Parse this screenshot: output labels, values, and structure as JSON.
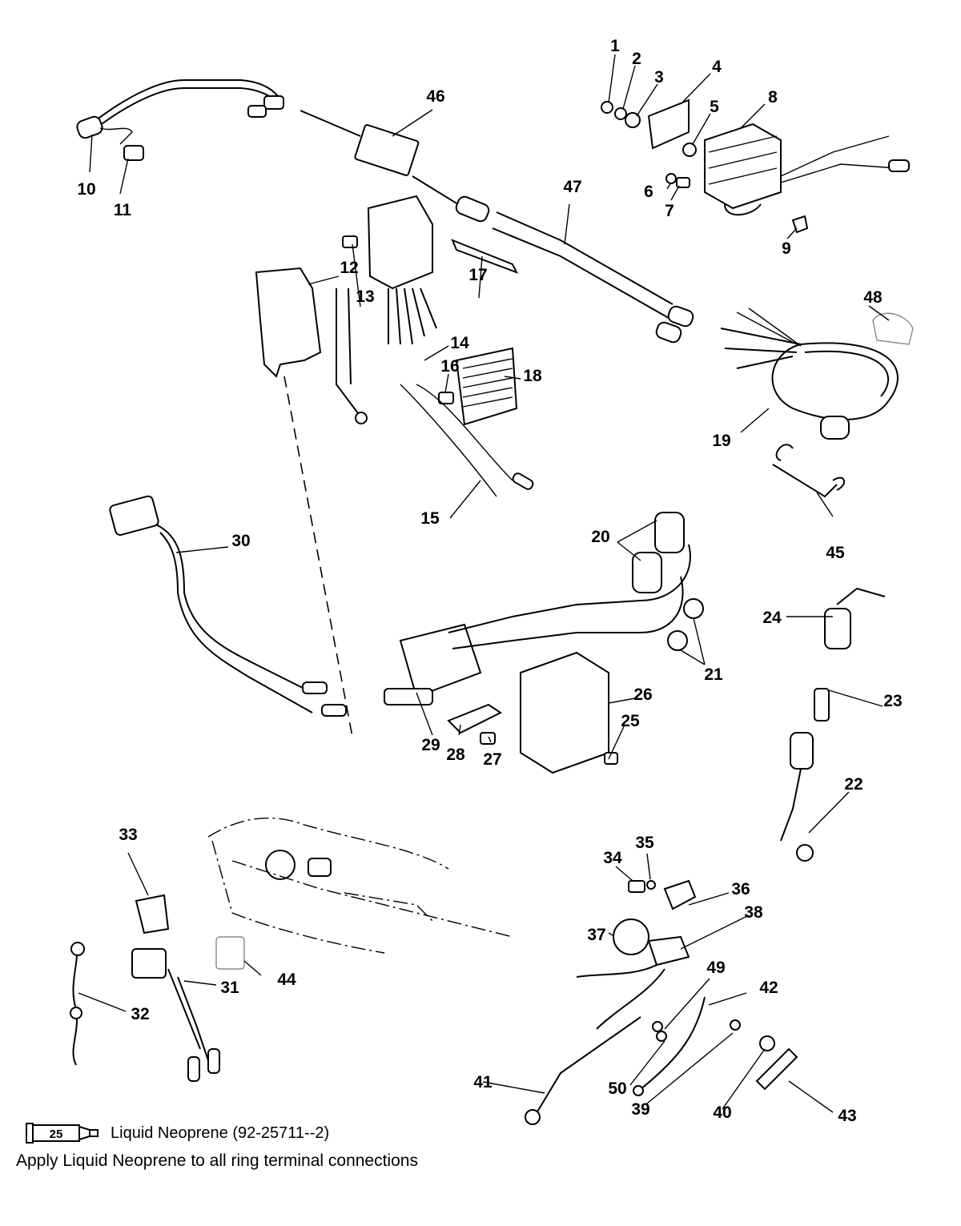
{
  "callouts": [
    {
      "id": "1",
      "label": "1"
    },
    {
      "id": "2",
      "label": "2"
    },
    {
      "id": "3",
      "label": "3"
    },
    {
      "id": "4",
      "label": "4"
    },
    {
      "id": "5",
      "label": "5"
    },
    {
      "id": "6",
      "label": "6"
    },
    {
      "id": "7",
      "label": "7"
    },
    {
      "id": "8",
      "label": "8"
    },
    {
      "id": "9",
      "label": "9"
    },
    {
      "id": "10",
      "label": "10"
    },
    {
      "id": "11",
      "label": "11"
    },
    {
      "id": "12",
      "label": "12"
    },
    {
      "id": "13",
      "label": "13"
    },
    {
      "id": "14",
      "label": "14"
    },
    {
      "id": "15",
      "label": "15"
    },
    {
      "id": "16",
      "label": "16"
    },
    {
      "id": "17",
      "label": "17"
    },
    {
      "id": "18",
      "label": "18"
    },
    {
      "id": "19",
      "label": "19"
    },
    {
      "id": "20",
      "label": "20"
    },
    {
      "id": "21",
      "label": "21"
    },
    {
      "id": "22",
      "label": "22"
    },
    {
      "id": "23",
      "label": "23"
    },
    {
      "id": "24",
      "label": "24"
    },
    {
      "id": "25",
      "label": "25"
    },
    {
      "id": "26",
      "label": "26"
    },
    {
      "id": "27",
      "label": "27"
    },
    {
      "id": "28",
      "label": "28"
    },
    {
      "id": "29",
      "label": "29"
    },
    {
      "id": "30",
      "label": "30"
    },
    {
      "id": "31",
      "label": "31"
    },
    {
      "id": "32",
      "label": "32"
    },
    {
      "id": "33",
      "label": "33"
    },
    {
      "id": "34",
      "label": "34"
    },
    {
      "id": "35",
      "label": "35"
    },
    {
      "id": "36",
      "label": "36"
    },
    {
      "id": "37",
      "label": "37"
    },
    {
      "id": "38",
      "label": "38"
    },
    {
      "id": "39",
      "label": "39"
    },
    {
      "id": "40",
      "label": "40"
    },
    {
      "id": "41",
      "label": "41"
    },
    {
      "id": "42",
      "label": "42"
    },
    {
      "id": "43",
      "label": "43"
    },
    {
      "id": "44",
      "label": "44"
    },
    {
      "id": "45",
      "label": "45"
    },
    {
      "id": "46",
      "label": "46"
    },
    {
      "id": "47",
      "label": "47"
    },
    {
      "id": "48",
      "label": "48"
    },
    {
      "id": "49",
      "label": "49"
    },
    {
      "id": "50",
      "label": "50"
    }
  ],
  "legend": {
    "tube_number": "25",
    "text": "Liquid Neoprene (92-25711--2)"
  },
  "note": "Apply Liquid Neoprene to all ring terminal connections"
}
